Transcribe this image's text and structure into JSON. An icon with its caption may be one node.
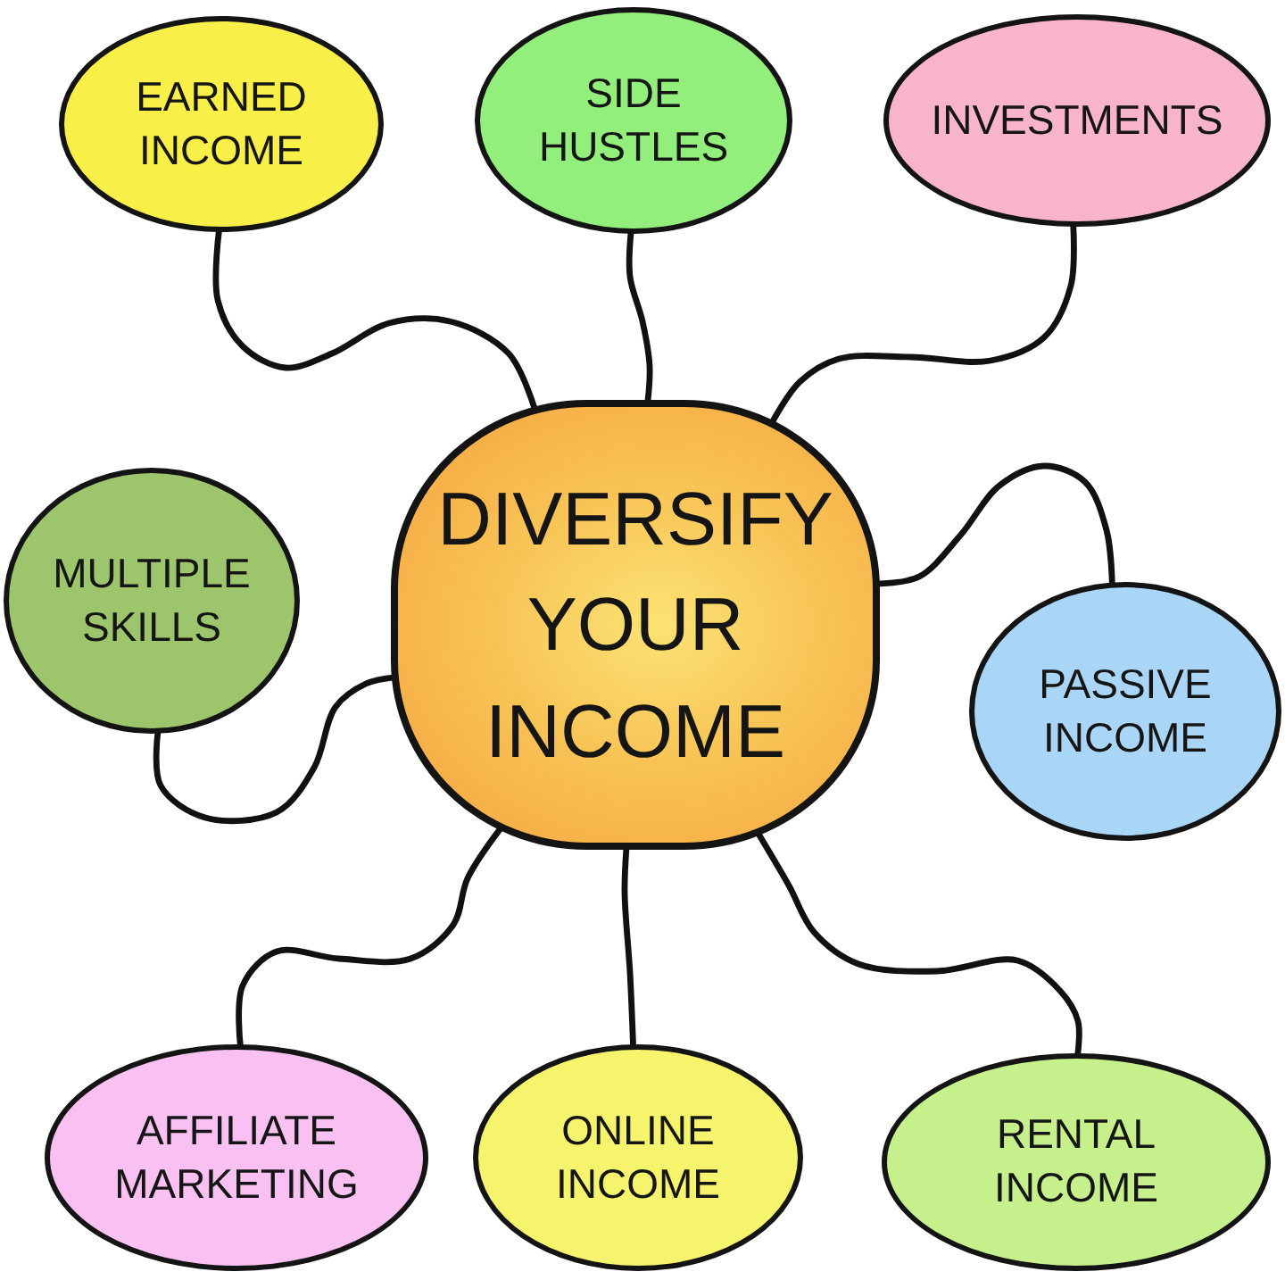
{
  "diagram": {
    "nodes": [
      {
        "text": [
          "EARNED INCOME"
        ]
      },
      {
        "text": [
          "SIDE HUSTLES"
        ]
      },
      {
        "text": [
          "INVESTMENTS"
        ]
      },
      {
        "text": [
          "MULTIPLE SKILLS"
        ]
      },
      {
        "text": [
          "DIVERSIFY YOUR INCOME"
        ]
      },
      {
        "text": [
          "PASSIVE INCOME"
        ]
      },
      {
        "text": [
          "AFFILIATE MARKETING"
        ]
      },
      {
        "text": [
          "ONLINE INCOME"
        ]
      },
      {
        "text": [
          "RENTAL INCOME"
        ]
      }
    ],
    "edges": [
      {
        "from": 4,
        "to": 0,
        "arrow": "none"
      },
      {
        "from": 4,
        "to": 1,
        "arrow": "none"
      },
      {
        "from": 4,
        "to": 2,
        "arrow": "none"
      },
      {
        "from": 4,
        "to": 3,
        "arrow": "none"
      },
      {
        "from": 4,
        "to": 5,
        "arrow": "none"
      },
      {
        "from": 4,
        "to": 6,
        "arrow": "none"
      },
      {
        "from": 4,
        "to": 7,
        "arrow": "none"
      },
      {
        "from": 4,
        "to": 8,
        "arrow": "none"
      }
    ]
  }
}
